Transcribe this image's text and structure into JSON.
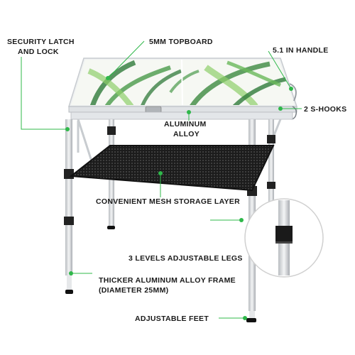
{
  "callouts": {
    "latch_line1": "SECURITY LATCH",
    "latch_line2": "AND LOCK",
    "topboard": "5MM TOPBOARD",
    "handle": "5.1 IN HANDLE",
    "hooks": "2 S-HOOKS",
    "alloy_line1": "ALUMINUM",
    "alloy_line2": "ALLOY",
    "mesh": "CONVENIENT MESH STORAGE LAYER",
    "legs": "3 LEVELS ADJUSTABLE LEGS",
    "frame_line1": "THICKER ALUMINUM ALLOY FRAME",
    "frame_line2": "(DIAMETER 25MM)",
    "feet": "ADJUSTABLE FEET"
  },
  "colors": {
    "accent": "#2fb84a",
    "leaf_dark": "#2f7a3a",
    "leaf_light": "#8fcf6a",
    "frame": "#d9dcdf",
    "mesh": "#222222"
  },
  "icons": [
    "callout-dot",
    "leg-lock-detail"
  ]
}
